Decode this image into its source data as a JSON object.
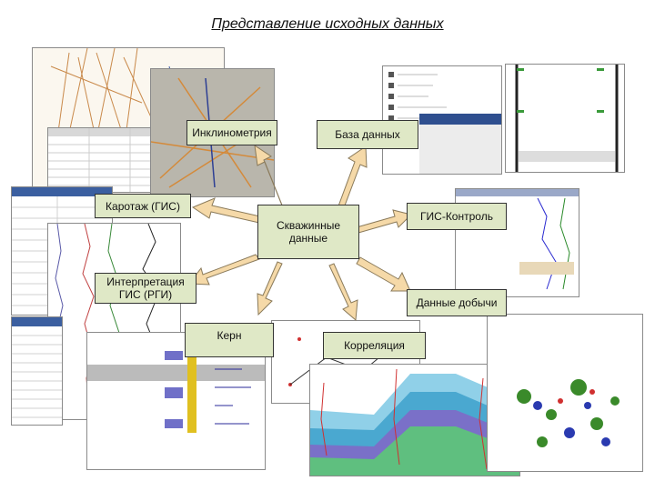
{
  "title": "Представление исходных данных",
  "center": "Скважинные данные",
  "nodes": {
    "inclinometry": "Инклинометрия",
    "database": "База данных",
    "logging": "Каротаж (ГИС)",
    "gis_control": "ГИС-Контроль",
    "interpretation": "Интерпретация ГИС (РГИ)",
    "production": "Данные добычи",
    "core": "Керн",
    "correlation": "Корреляция"
  },
  "colors": {
    "node_fill": "#dfe8c6",
    "arrow_fill": "#f5d9a8",
    "arrow_stroke": "#8a7a5a"
  }
}
